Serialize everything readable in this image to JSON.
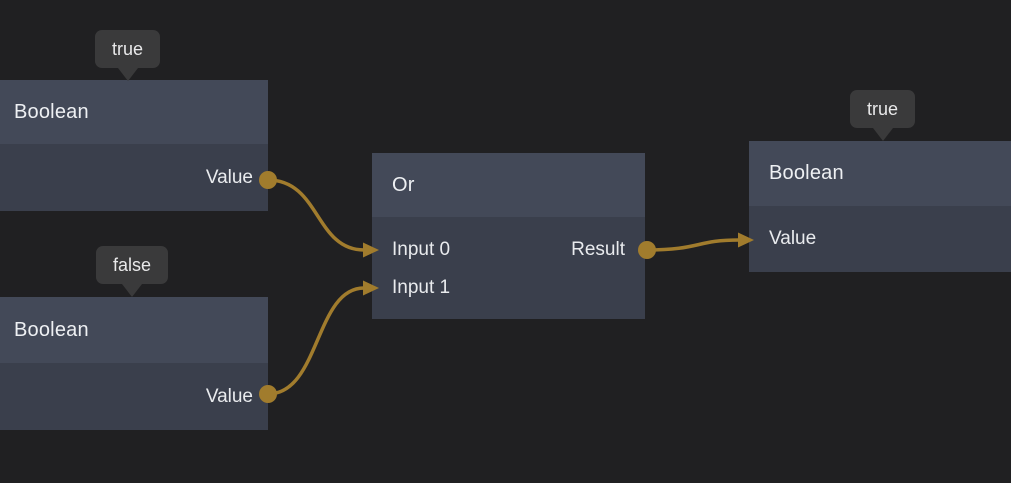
{
  "editor": {
    "background": "#202022",
    "colors": {
      "node_header_bg": "#434958",
      "node_body_bg": "#3a3f4c",
      "tooltip_bg": "#3a3a3b",
      "wire": "#a17c2d",
      "text": "#eceef1"
    }
  },
  "nodes": [
    {
      "title": "Boolean",
      "tooltip": "true",
      "output_port": "Value"
    },
    {
      "title": "Boolean",
      "tooltip": "false",
      "output_port": "Value"
    },
    {
      "title": "Or",
      "input_ports": [
        "Input 0",
        "Input 1"
      ],
      "output_port": "Result"
    },
    {
      "title": "Boolean",
      "tooltip": "true",
      "input_port": "Value"
    }
  ]
}
